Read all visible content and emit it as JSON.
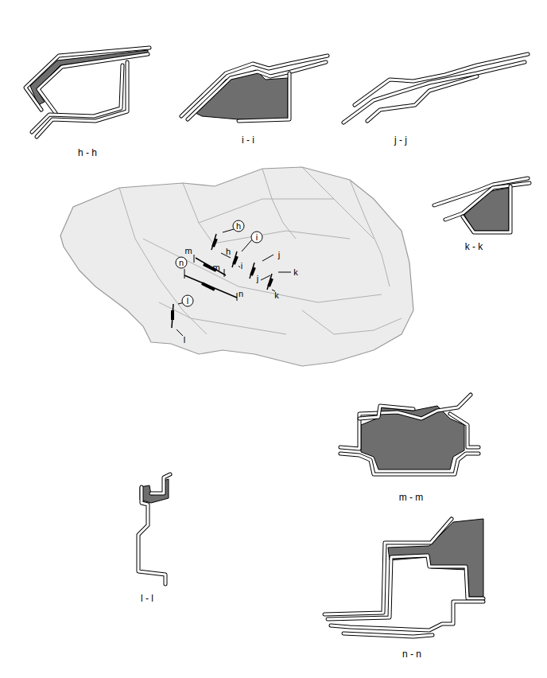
{
  "diagram": {
    "labels": [
      "h - h",
      "i - i",
      "j - j",
      "k - k",
      "m - m",
      "l - l",
      "n - n",
      "h",
      "h",
      "i",
      "i",
      "j",
      "j",
      "k",
      "k",
      "m",
      "m",
      "n",
      "n",
      "l",
      "l"
    ]
  }
}
